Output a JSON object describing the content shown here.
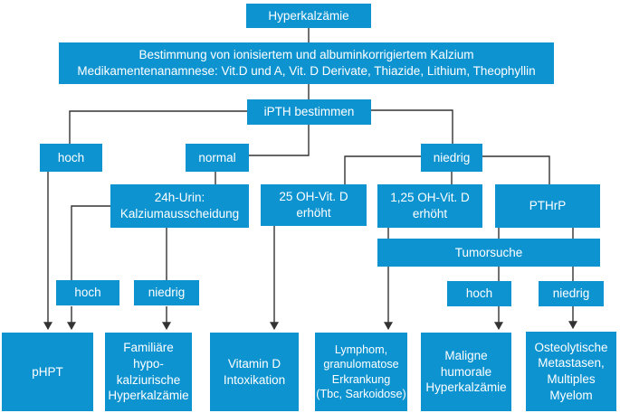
{
  "colors": {
    "node_fill": "#0e93d1",
    "node_text": "#ffffff",
    "connector": "#333333",
    "background": "#ffffff"
  },
  "nodes": {
    "hyperkalzaemie": {
      "label": "Hyperkalzämie"
    },
    "bestimmung": {
      "lines": [
        "Bestimmung von ionisiertem und albuminkorrigiertem Kalzium",
        "Medikamentenanamnese: Vit.D und A, Vit. D Derivate, Thiazide, Lithium, Theophyllin"
      ]
    },
    "ipth": {
      "label": "iPTH bestimmen"
    },
    "ipth_hoch": {
      "label": "hoch"
    },
    "ipth_normal": {
      "label": "normal"
    },
    "ipth_niedrig": {
      "label": "niedrig"
    },
    "urin24h": {
      "lines": [
        "24h-Urin:",
        "Kalziumausscheidung"
      ]
    },
    "oh25_vitd": {
      "lines": [
        "25 OH-Vit. D",
        "erhöht"
      ]
    },
    "oh125_vitd": {
      "lines": [
        "1,25 OH-Vit. D",
        "erhöht"
      ]
    },
    "pthrp": {
      "label": "PTHrP"
    },
    "tumorsuche": {
      "label": "Tumorsuche"
    },
    "urin_hoch": {
      "label": "hoch"
    },
    "urin_niedrig": {
      "label": "niedrig"
    },
    "tumor_hoch": {
      "label": "hoch"
    },
    "tumor_niedrig": {
      "label": "niedrig"
    },
    "phpt": {
      "label": "pHPT"
    },
    "fhh": {
      "lines": [
        "Familiäre",
        "hypo-",
        "kalziurische",
        "Hyperkalzämie"
      ]
    },
    "vitd_intox": {
      "lines": [
        "Vitamin D",
        "Intoxikation"
      ]
    },
    "lymphom": {
      "lines": [
        "Lymphom,",
        "granulomatose",
        "Erkrankung",
        "(Tbc, Sarkoidose)"
      ]
    },
    "maligne": {
      "lines": [
        "Maligne",
        "humorale",
        "Hyperkalzämie"
      ]
    },
    "osteolytisch": {
      "lines": [
        "Osteolytische",
        "Metastasen,",
        "Multiples",
        "Myelom"
      ]
    }
  }
}
